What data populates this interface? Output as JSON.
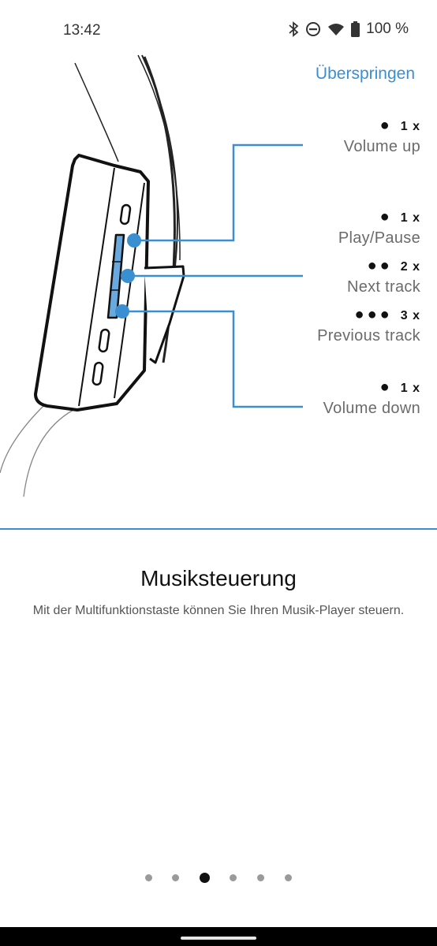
{
  "status_bar": {
    "time": "13:42",
    "battery": "100 %",
    "icons": [
      "bluetooth-icon",
      "dnd-icon",
      "wifi-icon",
      "battery-icon"
    ]
  },
  "header": {
    "skip_label": "Überspringen"
  },
  "controls": [
    {
      "dots": "●",
      "count": "1 x",
      "action": "Volume up"
    },
    {
      "dots": "●",
      "count": "1 x",
      "action": "Play/Pause"
    },
    {
      "dots": "●●",
      "count": "2 x",
      "action": "Next track"
    },
    {
      "dots": "●●●",
      "count": "3 x",
      "action": "Previous track"
    },
    {
      "dots": "●",
      "count": "1 x",
      "action": "Volume down"
    }
  ],
  "content": {
    "title": "Musiksteuerung",
    "description": "Mit der Multifunktionstaste können Sie Ihren Musik-Player steuern."
  },
  "pager": {
    "total": 6,
    "active": 2
  },
  "colors": {
    "accent": "#3a8fd1",
    "text": "#111111",
    "muted": "#6b6b6b"
  }
}
